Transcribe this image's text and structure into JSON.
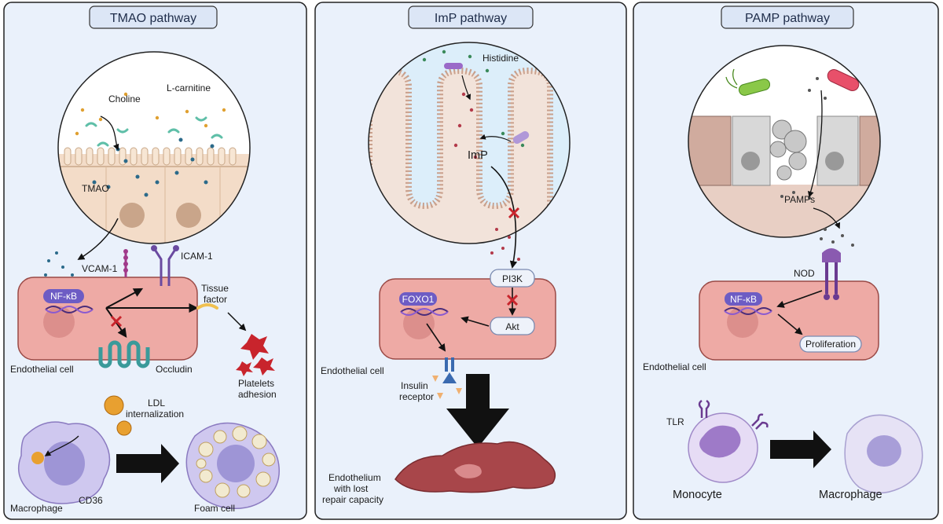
{
  "panels": [
    {
      "title": "TMAO pathway",
      "labels": {
        "choline": "Choline",
        "l_carnitine": "L-carnitine",
        "tmao": "TMAO",
        "vcam1": "VCAM-1",
        "icam1": "ICAM-1",
        "nfkb": "NF-κB",
        "tissue_factor_1": "Tissue",
        "tissue_factor_2": "factor",
        "endothelial_cell": "Endothelial cell",
        "occludin": "Occludin",
        "platelets_1": "Platelets",
        "platelets_2": "adhesion",
        "ldl_1": "LDL",
        "ldl_2": "internalization",
        "macrophage": "Macrophage",
        "cd36": "CD36",
        "foam_cell": "Foam cell"
      }
    },
    {
      "title": "ImP pathway",
      "labels": {
        "histidine": "Histidine",
        "imp": "ImP",
        "pi3k": "PI3K",
        "foxo1": "FOXO1",
        "akt": "Akt",
        "endothelial_cell": "Endothelial cell",
        "insulin_1": "Insulin",
        "insulin_2": "receptor",
        "endothelium_1": "Endothelium",
        "endothelium_2": "with lost",
        "endothelium_3": "repair capacity"
      }
    },
    {
      "title": "PAMP pathway",
      "labels": {
        "pamps": "PAMPs",
        "nod": "NOD",
        "nfkb": "NF-κB",
        "proliferation": "Proliferation",
        "endothelial_cell": "Endothelial cell",
        "tlr": "TLR",
        "monocyte": "Monocyte",
        "macrophage": "Macrophage"
      }
    }
  ],
  "colors": {
    "panel_bg": "#eaf1fb",
    "title_bg": "#dce6f6",
    "cell_fill": "#eeaaa5",
    "cell_stroke": "#9a4a46",
    "nucleus": "#dc8f8c",
    "pill_purple": "#6d5cc4",
    "inhibit": "#c8242c",
    "arrow": "#111111"
  },
  "icons": [
    "gut-lumen-icon",
    "bacteria-icon",
    "dna-icon",
    "vcam1-receptor-icon",
    "icam1-receptor-icon",
    "occludin-icon",
    "platelet-icon",
    "ldl-particle-icon",
    "macrophage-icon",
    "foam-cell-icon",
    "insulin-receptor-icon",
    "nod-receptor-icon",
    "tlr-receptor-icon",
    "monocyte-icon",
    "inhibition-x-icon",
    "block-arrow-icon"
  ]
}
